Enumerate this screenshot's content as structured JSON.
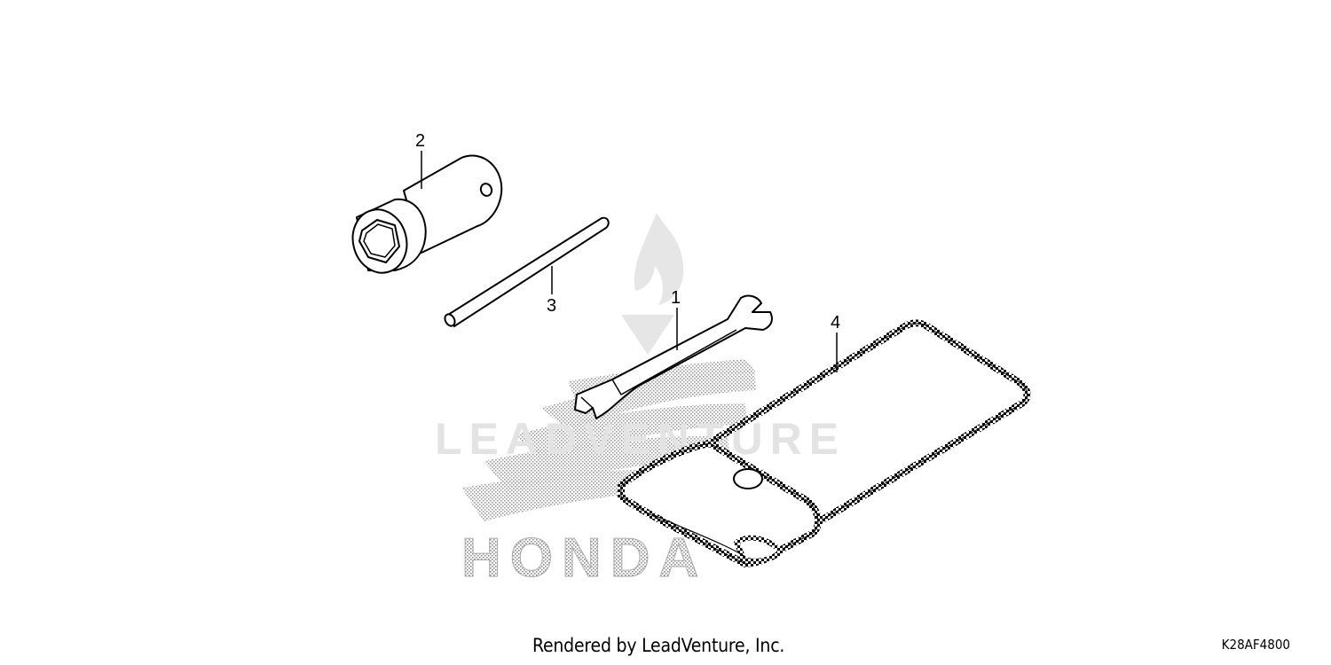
{
  "callouts": {
    "wrench": "1",
    "socket": "2",
    "handle": "3",
    "bag": "4"
  },
  "watermark": {
    "brand": "HONDA",
    "company": "LEADVENTURE"
  },
  "footer": {
    "rendered_by": "Rendered by LeadVenture, Inc.",
    "diagram_code": "K28AF4800"
  },
  "colors": {
    "line": "#000000",
    "watermark": "#bfbfbf",
    "stipple": "#8c8c8c"
  }
}
